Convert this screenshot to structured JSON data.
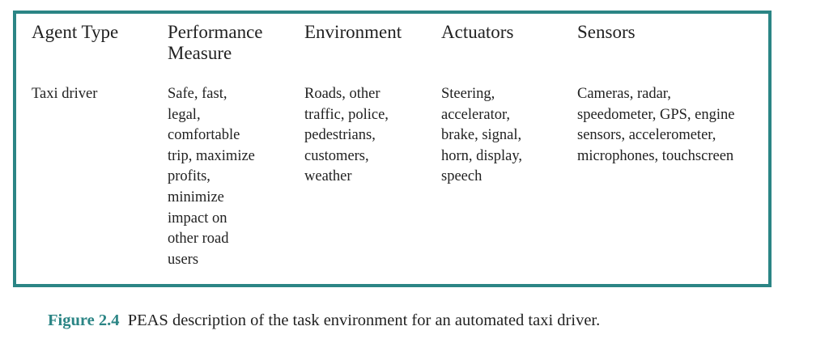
{
  "table": {
    "headers": [
      "Agent Type",
      "Performance\nMeasure",
      "Environment",
      "Actuators",
      "Sensors"
    ],
    "rows": [
      [
        "Taxi driver",
        "Safe, fast,\nlegal,\ncomfortable\ntrip, maximize\nprofits,\nminimize\nimpact on\nother road\nusers",
        "Roads, other\ntraffic, police,\npedestrians,\ncustomers,\nweather",
        "Steering,\naccelerator,\nbrake, signal,\nhorn, display,\nspeech",
        "Cameras, radar,\nspeedometer, GPS, engine\nsensors, accelerometer,\nmicrophones, touchscreen"
      ]
    ]
  },
  "caption": {
    "label": "Figure 2.4",
    "text": "PEAS description of the task environment for an automated taxi driver."
  },
  "colors": {
    "frame": "#2b8585",
    "caption_label": "#2b8585",
    "text": "#222222"
  }
}
